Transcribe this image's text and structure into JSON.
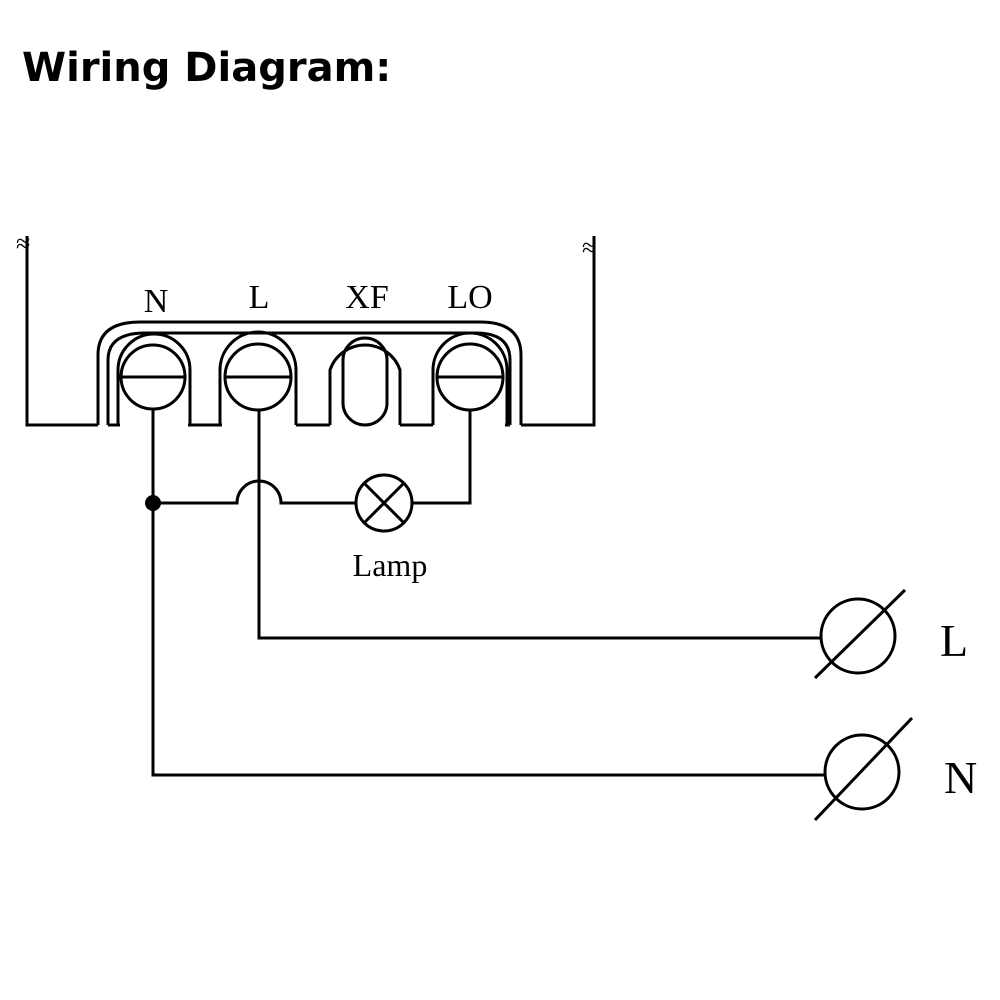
{
  "title": "Wiring Diagram:",
  "terminals": [
    "N",
    "L",
    "XF",
    "LO"
  ],
  "lamp_label": "Lamp",
  "supply": [
    "L",
    "N"
  ],
  "tilde_symbol": "≈",
  "colors": {
    "line": "#000000",
    "background": "#ffffff"
  }
}
